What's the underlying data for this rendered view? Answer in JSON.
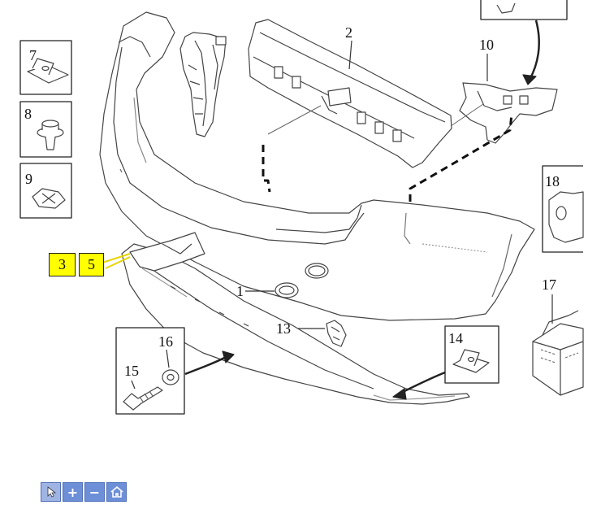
{
  "diagram": {
    "callouts": {
      "c1": "1",
      "c2": "2",
      "c3": "3",
      "c5": "5",
      "c7": "7",
      "c8": "8",
      "c9": "9",
      "c10": "10",
      "c13": "13",
      "c14": "14",
      "c15": "15",
      "c16": "16",
      "c17": "17",
      "c18": "18"
    },
    "highlighted_callouts": [
      "3",
      "5"
    ],
    "highlight_color": "#ffff00"
  },
  "toolbar": {
    "buttons": [
      {
        "name": "pointer-tool-button",
        "icon": "cursor-icon",
        "selected": true
      },
      {
        "name": "zoom-in-button",
        "icon": "plus-icon",
        "glyph": "+"
      },
      {
        "name": "zoom-out-button",
        "icon": "minus-icon",
        "glyph": "−"
      },
      {
        "name": "home-button",
        "icon": "home-icon"
      }
    ],
    "color": "#6d8fd8"
  }
}
